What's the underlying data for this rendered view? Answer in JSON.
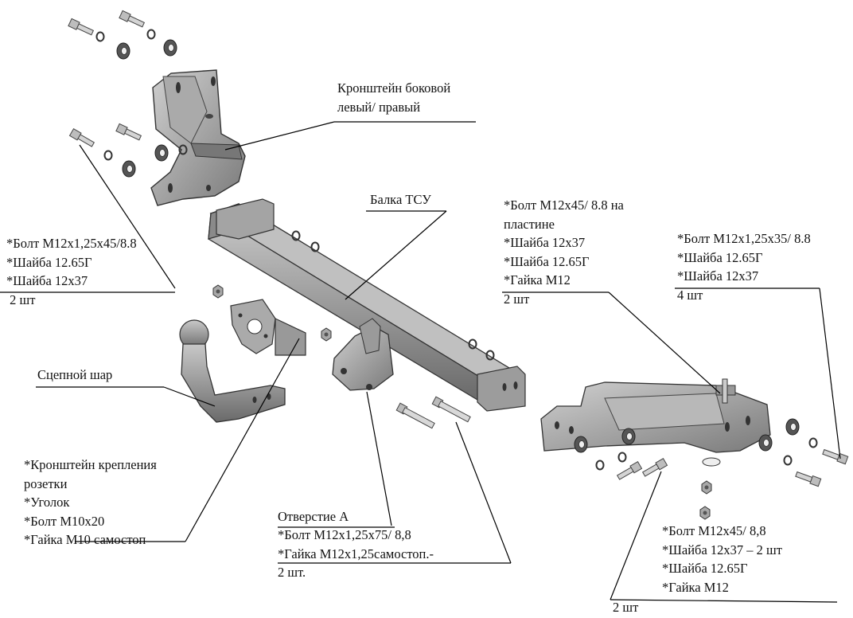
{
  "labels": {
    "side_bracket": [
      "Кронштейн боковой",
      "левый/ правый"
    ],
    "beam": [
      "Балка ТСУ"
    ],
    "left_bolts": [
      "*Болт М12х1,25х45/8.8",
      "*Шайба 12.65Г",
      "*Шайба 12х37",
      " 2 шт"
    ],
    "plate_bolts": [
      "*Болт М12х45/ 8.8 на",
      "пластине",
      "*Шайба 12х37",
      "*Шайба 12.65Г",
      "*Гайка М12",
      "2 шт"
    ],
    "right_bolts": [
      "*Болт М12х1,25х35/ 8.8",
      "*Шайба 12.65Г",
      "*Шайба 12х37",
      "4 шт"
    ],
    "tow_ball": [
      "Сцепной шар"
    ],
    "socket_bracket": [
      "*Кронштейн крепления",
      "розетки",
      "*Уголок",
      "*Болт М10х20",
      "*Гайка М10 самостоп"
    ],
    "hole_a": [
      "Отверстие А"
    ],
    "hole_a_bolts": [
      "*Болт М12х1,25х75/ 8,8",
      "*Гайка М12х1,25самостоп.-",
      "2 шт."
    ],
    "bottom_right_bolts": [
      "*Болт М12х45/ 8,8",
      "*Шайба 12х37 – 2 шт",
      "*Шайба 12.65Г",
      "*Гайка М12",
      "2 шт"
    ]
  },
  "colors": {
    "part_fill": "#9a9a9a",
    "part_light": "#c4c4c4",
    "part_dark": "#5a5a5a",
    "leader": "#000000"
  },
  "icons": [
    "bolt-icon",
    "washer-icon",
    "nut-icon"
  ]
}
